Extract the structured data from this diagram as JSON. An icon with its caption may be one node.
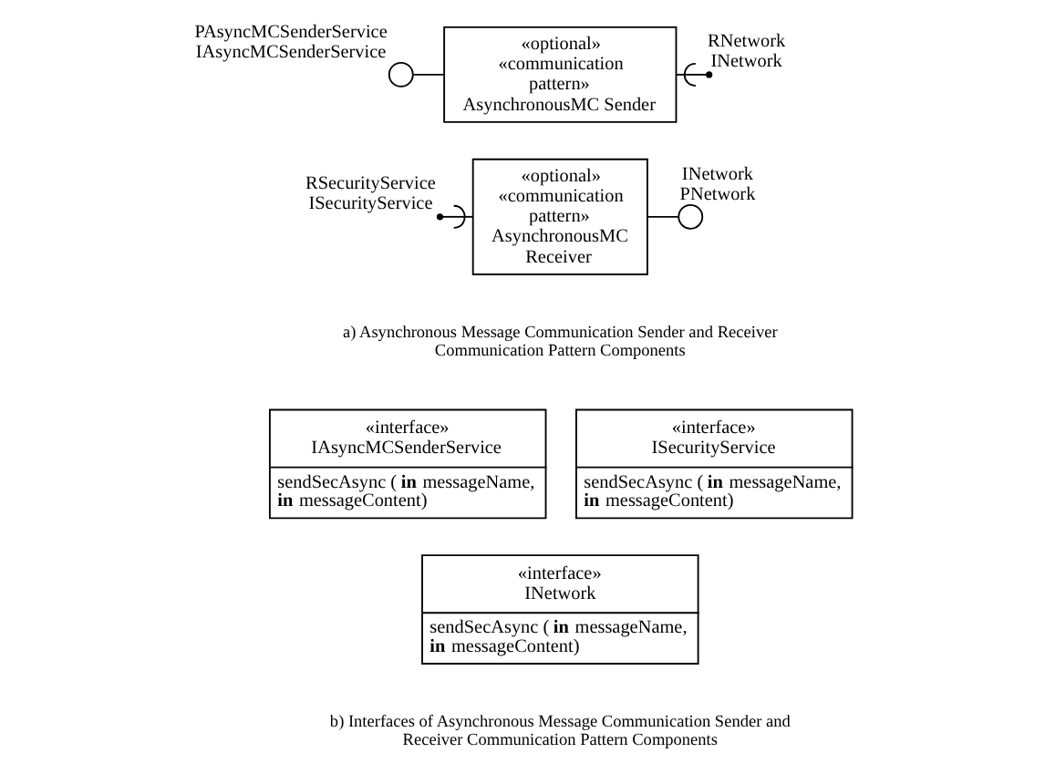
{
  "diagram": {
    "nodes": [
      {
        "text": [
          "«optional» «communication pattern» AsynchronousMC Sender"
        ]
      },
      {
        "text": [],
        "shape": "circle",
        "beside": [
          "PAsyncMCSenderService",
          "IAsyncMCSenderService"
        ]
      },
      {
        "text": [],
        "shape": "socket",
        "beside": [
          "RNetwork",
          "INetwork"
        ]
      },
      {
        "text": [
          "«optional» «communication pattern» AsynchronousMC Receiver"
        ]
      },
      {
        "text": [],
        "shape": "socket",
        "beside": [
          "RSecurityService",
          "ISecurityService"
        ]
      },
      {
        "text": [],
        "shape": "circle",
        "beside": [
          "INetwork",
          "PNetwork"
        ]
      },
      {
        "text": [
          "«interface» IAsyncMCSenderService",
          "sendSecAsync (**in** messageName, **in** messageContent)"
        ]
      },
      {
        "text": [
          "«interface» INetwork",
          "sendSecAsync (**in** messageName, **in** messageContent)"
        ]
      },
      {
        "text": [
          "«interface» ISecurityService",
          "sendSecAsync (**in** messageName, **in** messageContent)"
        ]
      }
    ],
    "edges": [
      {
        "from": 1,
        "to": 0,
        "arrow": "none"
      },
      {
        "from": 0,
        "to": 2,
        "arrow": "none"
      },
      {
        "from": 4,
        "to": 3,
        "arrow": "none"
      },
      {
        "from": 3,
        "to": 5,
        "arrow": "none"
      }
    ],
    "labels": [
      "a) Asynchronous Message Communication Sender and Receiver Communication Pattern Components",
      "b) Interfaces of Asynchronous Message Communication Sender and Receiver Communication Pattern Components"
    ]
  }
}
